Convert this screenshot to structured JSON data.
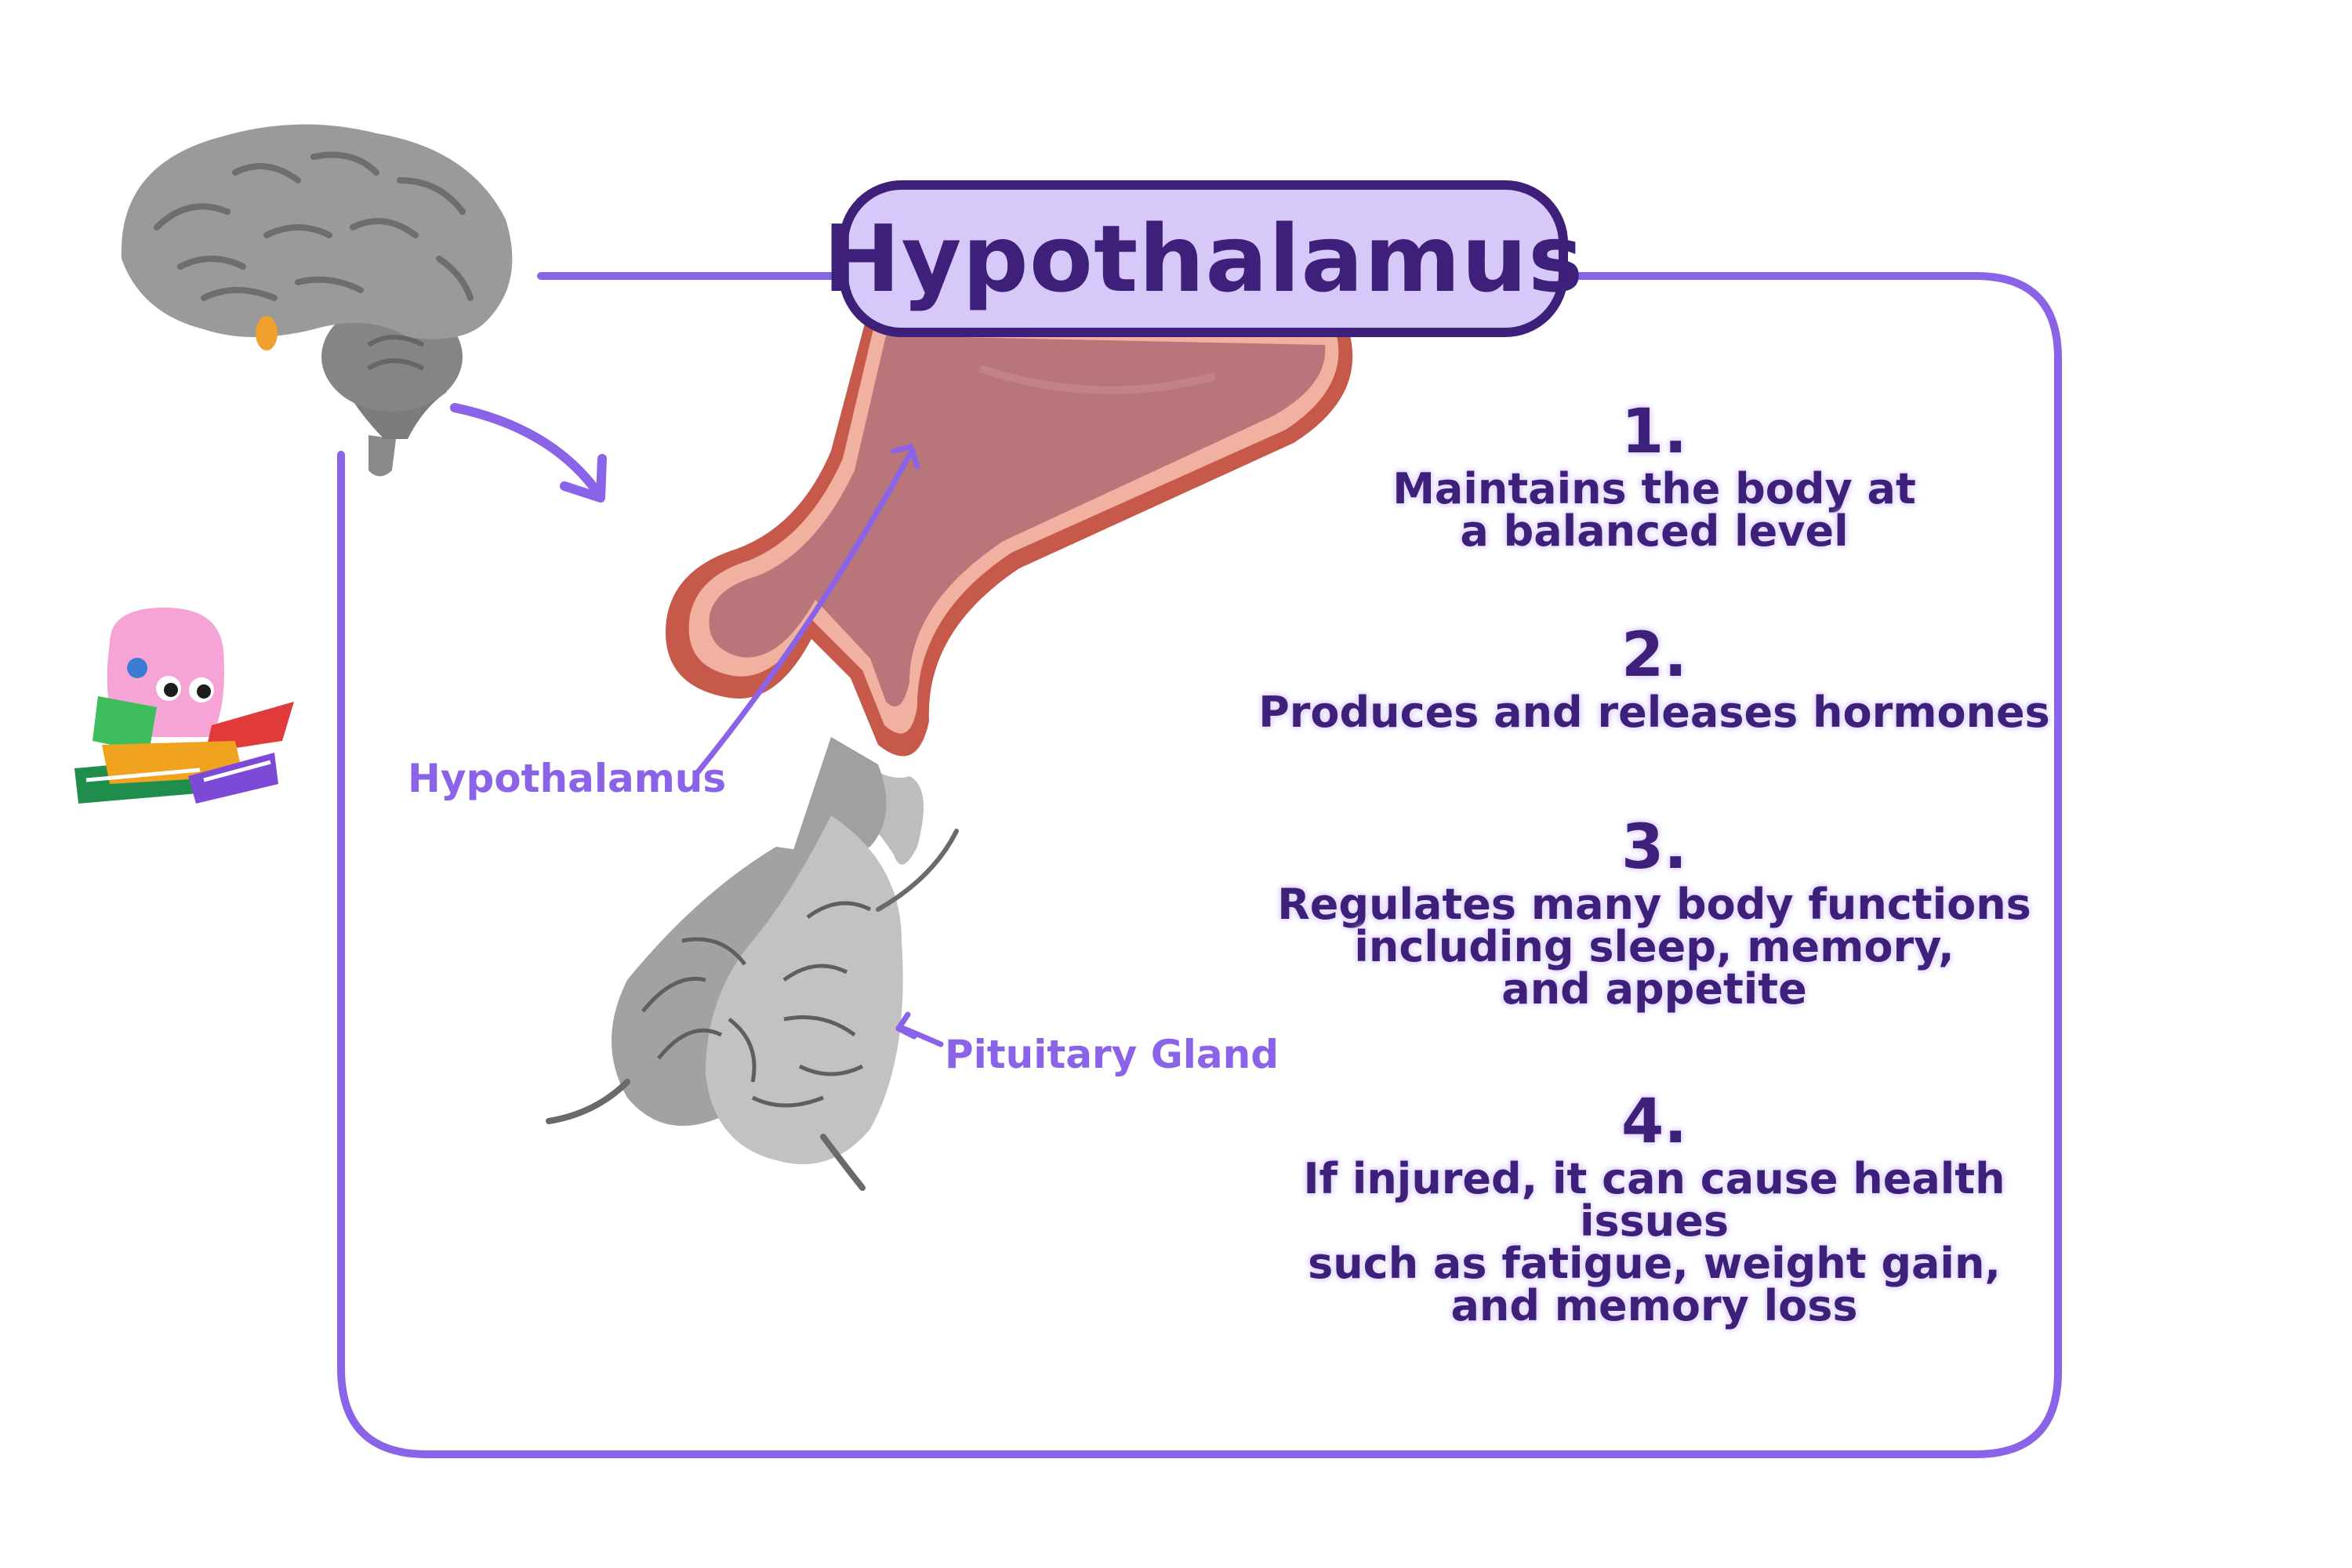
{
  "title": "Hypothalamus",
  "labels": {
    "hypothalamus": "Hypothalamus",
    "pituitary": "Pituitary Gland"
  },
  "facts": [
    {
      "num": "1.",
      "text": "Maintains the body at\na balanced level"
    },
    {
      "num": "2.",
      "text": "Produces and releases hormones"
    },
    {
      "num": "3.",
      "text": "Regulates many body functions\nincluding sleep, memory,\nand appetite"
    },
    {
      "num": "4.",
      "text": "If injured, it can cause health issues\nsuch as fatigue, weight gain,\nand memory loss"
    }
  ],
  "colors": {
    "frame": "#8a63e8",
    "title_fill": "#d7c8fa",
    "title_outline": "#3e1f7a",
    "text": "#3e1f7a",
    "tissue": "#b8767a",
    "gland": "#a9a9a9"
  },
  "icons": [
    "brain-icon",
    "reading-mascot-icon",
    "books-icon"
  ]
}
